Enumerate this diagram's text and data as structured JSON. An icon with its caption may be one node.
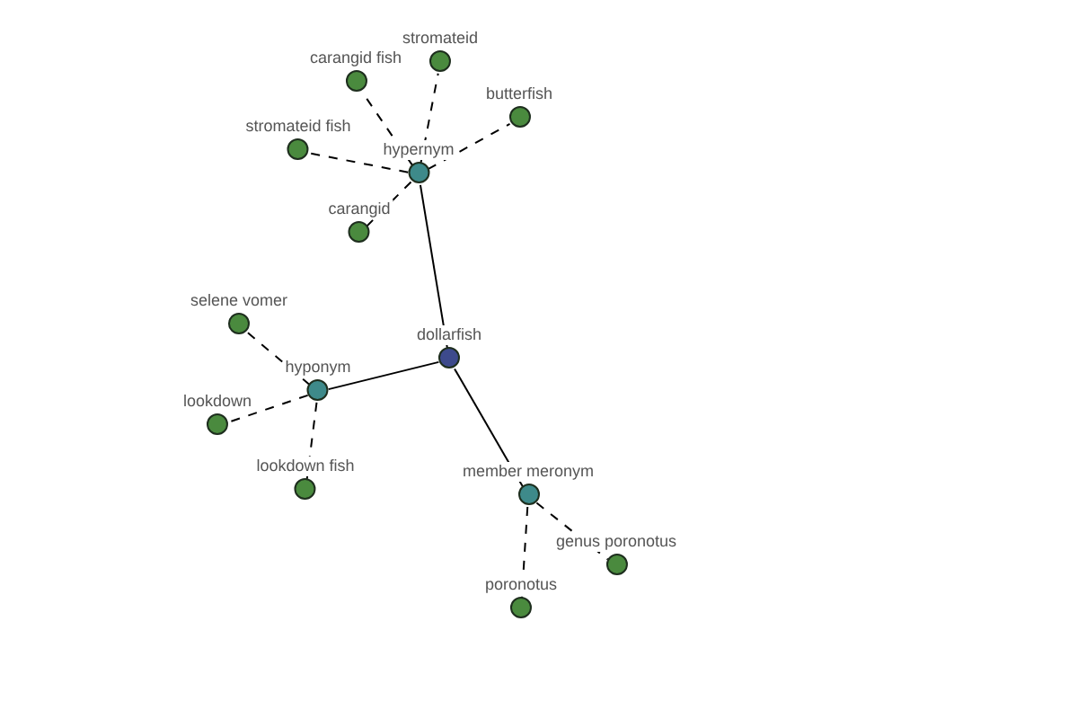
{
  "diagram": {
    "nodes": [
      {
        "text": [
          "dollarfish"
        ]
      },
      {
        "text": [
          "hypernym"
        ]
      },
      {
        "text": [
          "stromateid"
        ]
      },
      {
        "text": [
          "carangid fish"
        ]
      },
      {
        "text": [
          "butterfish"
        ]
      },
      {
        "text": [
          "stromateid fish"
        ]
      },
      {
        "text": [
          "carangid"
        ]
      },
      {
        "text": [
          "hyponym"
        ]
      },
      {
        "text": [
          "selene vomer"
        ]
      },
      {
        "text": [
          "lookdown"
        ]
      },
      {
        "text": [
          "lookdown fish"
        ]
      },
      {
        "text": [
          "member meronym"
        ]
      },
      {
        "text": [
          "genus poronotus"
        ]
      },
      {
        "text": [
          "poronotus"
        ]
      }
    ],
    "edges": [
      {
        "from": 0,
        "to": 1,
        "arrow": "none"
      },
      {
        "from": 1,
        "to": 2,
        "arrow": "none",
        "style": "dashed"
      },
      {
        "from": 1,
        "to": 3,
        "arrow": "none",
        "style": "dashed"
      },
      {
        "from": 1,
        "to": 4,
        "arrow": "none",
        "style": "dashed"
      },
      {
        "from": 1,
        "to": 5,
        "arrow": "none",
        "style": "dashed"
      },
      {
        "from": 1,
        "to": 6,
        "arrow": "none",
        "style": "dashed"
      },
      {
        "from": 0,
        "to": 7,
        "arrow": "none"
      },
      {
        "from": 7,
        "to": 8,
        "arrow": "none",
        "style": "dashed"
      },
      {
        "from": 7,
        "to": 9,
        "arrow": "none",
        "style": "dashed"
      },
      {
        "from": 7,
        "to": 10,
        "arrow": "none",
        "style": "dashed"
      },
      {
        "from": 0,
        "to": 11,
        "arrow": "none"
      },
      {
        "from": 11,
        "to": 12,
        "arrow": "none",
        "style": "dashed"
      },
      {
        "from": 11,
        "to": 13,
        "arrow": "none",
        "style": "dashed"
      }
    ]
  }
}
